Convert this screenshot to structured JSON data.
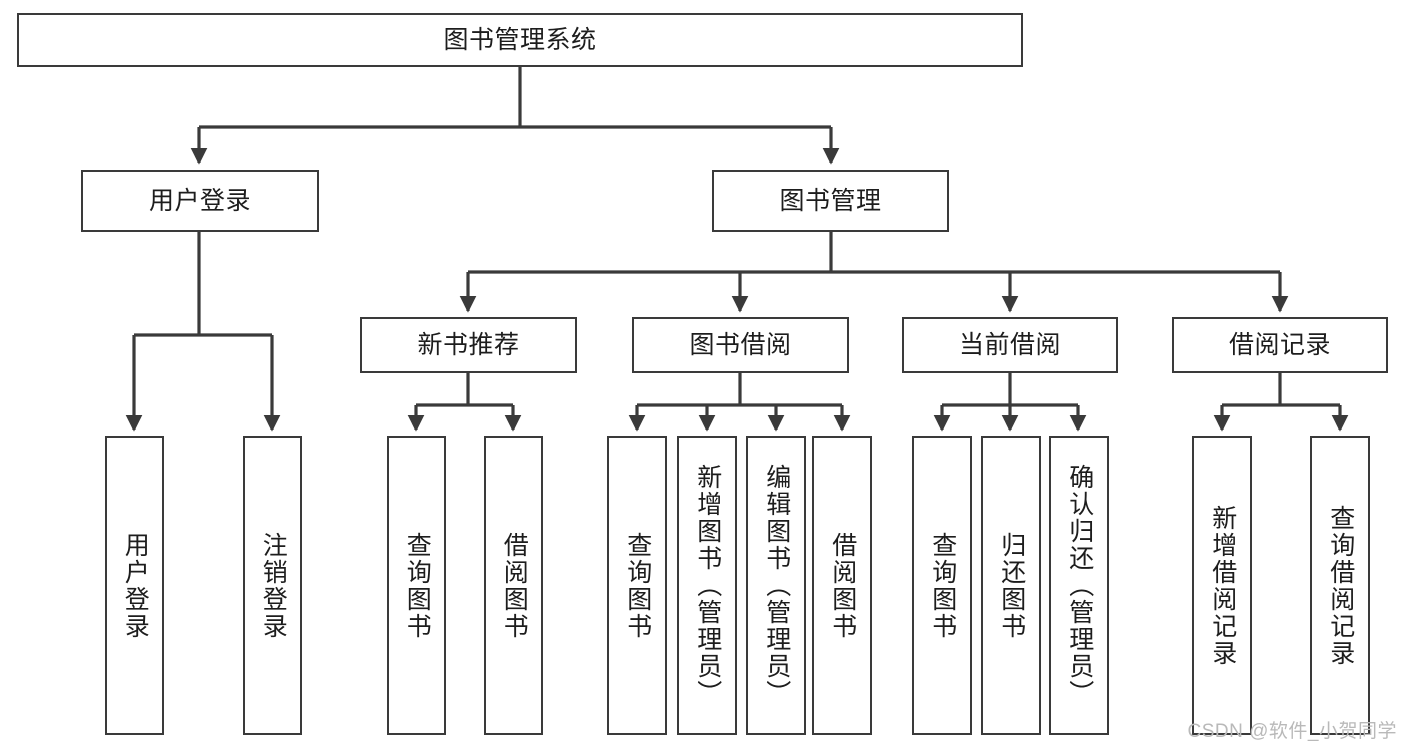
{
  "diagram": {
    "title": "图书管理系统",
    "type": "tree-hierarchy-diagram",
    "watermark": "CSDN @软件_小贺同学",
    "colors": {
      "stroke": "#3a3a3a",
      "fill": "#ffffff",
      "text": "#1d1d1d",
      "watermark": "#b9b9b9"
    },
    "root": {
      "id": "root",
      "label": "图书管理系统",
      "orientation": "horizontal"
    },
    "level2": [
      {
        "id": "user-login",
        "label": "用户登录",
        "orientation": "horizontal"
      },
      {
        "id": "book-management",
        "label": "图书管理",
        "orientation": "horizontal"
      }
    ],
    "level3": [
      {
        "id": "new-book-recommend",
        "label": "新书推荐",
        "orientation": "horizontal",
        "parent": "book-management"
      },
      {
        "id": "book-borrow",
        "label": "图书借阅",
        "orientation": "horizontal",
        "parent": "book-management"
      },
      {
        "id": "current-borrow",
        "label": "当前借阅",
        "orientation": "horizontal",
        "parent": "book-management"
      },
      {
        "id": "borrow-record",
        "label": "借阅记录",
        "orientation": "horizontal",
        "parent": "book-management"
      }
    ],
    "leaves": [
      {
        "id": "leaf-user-login",
        "label": "用户登录",
        "parent": "user-login"
      },
      {
        "id": "leaf-logout-login",
        "label": "注销登录",
        "parent": "user-login"
      },
      {
        "id": "leaf-query-book-1",
        "label": "查询图书",
        "parent": "new-book-recommend"
      },
      {
        "id": "leaf-borrow-book-1",
        "label": "借阅图书",
        "parent": "new-book-recommend"
      },
      {
        "id": "leaf-query-book-2",
        "label": "查询图书",
        "parent": "book-borrow"
      },
      {
        "id": "leaf-add-book",
        "label": "新增图书（管理员）",
        "parent": "book-borrow"
      },
      {
        "id": "leaf-edit-book",
        "label": "编辑图书（管理员）",
        "parent": "book-borrow"
      },
      {
        "id": "leaf-borrow-book-2",
        "label": "借阅图书",
        "parent": "book-borrow"
      },
      {
        "id": "leaf-query-book-3",
        "label": "查询图书",
        "parent": "current-borrow"
      },
      {
        "id": "leaf-return-book",
        "label": "归还图书",
        "parent": "current-borrow"
      },
      {
        "id": "leaf-confirm-return",
        "label": "确认归还（管理员）",
        "parent": "current-borrow"
      },
      {
        "id": "leaf-add-record",
        "label": "新增借阅记录",
        "parent": "borrow-record"
      },
      {
        "id": "leaf-query-record",
        "label": "查询借阅记录",
        "parent": "borrow-record"
      }
    ]
  }
}
